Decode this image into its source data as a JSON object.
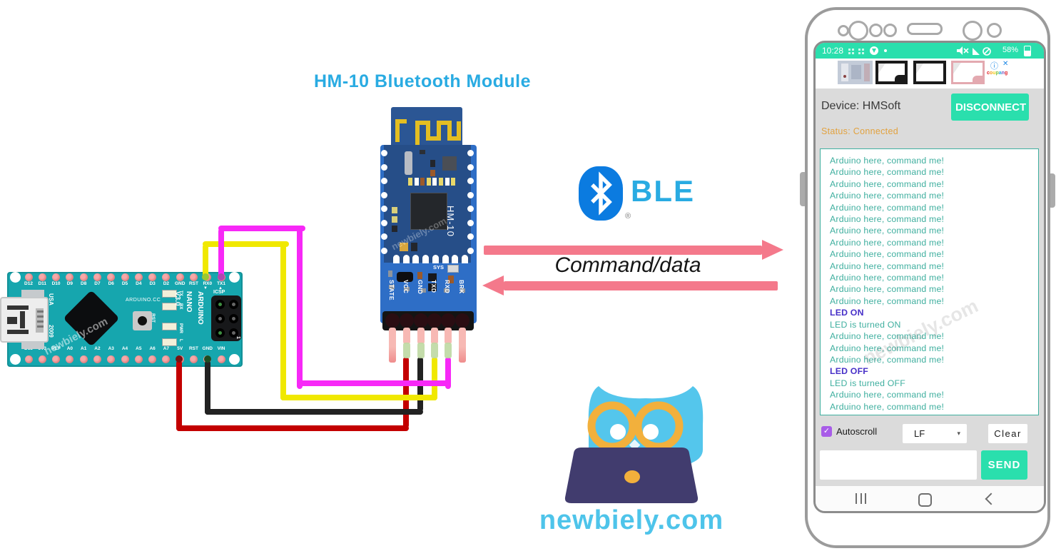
{
  "colors": {
    "accent_teal": "#2ADFAD",
    "title_blue": "#29ABE2",
    "terminal_text": "#3FAF9F",
    "terminal_cmd": "#4730C8",
    "status_orange": "#E2A23F",
    "checkbox_purple": "#A85CE8",
    "arrow_pink": "#F4798B",
    "bluetooth_blue": "#0B7BE0",
    "board_teal": "#16A6AE",
    "hm10_carrier_blue": "#2E6EC6",
    "hm10_board_blue": "#264E88",
    "wire_yellow": "#F0E800",
    "wire_magenta": "#F728F7",
    "wire_red": "#C30000",
    "wire_black": "#222222",
    "site_blue": "#4EC4EA"
  },
  "diagram": {
    "title": "HM-10 Bluetooth Module",
    "ble_label": "BLE",
    "registered_mark": "®",
    "flow_label": "Command/data",
    "watermark": "newbiely.com",
    "site": "newbiely.com"
  },
  "arduino": {
    "top_pins": [
      "D12",
      "D11",
      "D10",
      "D9",
      "D8",
      "D7",
      "D6",
      "D5",
      "D4",
      "D3",
      "D2",
      "GND",
      "RST",
      "RX0",
      "TX1"
    ],
    "bottom_pins": [
      "D13",
      "3V3",
      "REF",
      "A0",
      "A1",
      "A2",
      "A3",
      "A4",
      "A5",
      "A6",
      "A7",
      "5V",
      "RST",
      "GND",
      "VIN"
    ],
    "brand": "ARDUINO.CC",
    "model_lines": [
      "ARDUINO",
      "NANO",
      "V3.0"
    ],
    "icsp_label": "ICSP",
    "rst_label": "RST",
    "led_labels": [
      "TX",
      "RX",
      "PWR",
      "L"
    ],
    "usb_side": "USA",
    "usb_year": "2009",
    "rx_marker": "▼",
    "tx_marker": "▲",
    "pin1_marker": "1"
  },
  "hm10": {
    "chip_label": "HM-10",
    "sys_label": "SYS",
    "pins": [
      "STATE",
      "VCC",
      "GND",
      "TXD",
      "RXD",
      "BRK"
    ]
  },
  "wires": [
    {
      "name": "power",
      "color": "red",
      "from": "Arduino 5V",
      "to": "HM-10 VCC"
    },
    {
      "name": "ground",
      "color": "black",
      "from": "Arduino GND",
      "to": "HM-10 GND"
    },
    {
      "name": "serial-rx",
      "color": "yellow",
      "from": "Arduino RX0",
      "to": "HM-10 TXD"
    },
    {
      "name": "serial-tx",
      "color": "magenta",
      "from": "Arduino TX1",
      "to": "HM-10 RXD"
    }
  ],
  "phone": {
    "status_bar": {
      "time": "10:28",
      "battery_pct": "58%"
    },
    "ad": {
      "info_icon": "ⓘ",
      "close_icon": "✕",
      "sponsor": "coupang"
    },
    "device_line": "Device: HMSoft",
    "disconnect_label": "DISCONNECT",
    "status_line": "Status: Connected",
    "terminal": {
      "watermark": "newbiely.com",
      "lines": [
        {
          "text": "Arduino here, command me!",
          "kind": "rx"
        },
        {
          "text": "Arduino here, command me!",
          "kind": "rx"
        },
        {
          "text": "Arduino here, command me!",
          "kind": "rx"
        },
        {
          "text": "Arduino here, command me!",
          "kind": "rx"
        },
        {
          "text": "Arduino here, command me!",
          "kind": "rx"
        },
        {
          "text": "Arduino here, command me!",
          "kind": "rx"
        },
        {
          "text": "Arduino here, command me!",
          "kind": "rx"
        },
        {
          "text": "Arduino here, command me!",
          "kind": "rx"
        },
        {
          "text": "Arduino here, command me!",
          "kind": "rx"
        },
        {
          "text": "Arduino here, command me!",
          "kind": "rx"
        },
        {
          "text": "Arduino here, command me!",
          "kind": "rx"
        },
        {
          "text": "Arduino here, command me!",
          "kind": "rx"
        },
        {
          "text": "Arduino here, command me!",
          "kind": "rx"
        },
        {
          "text": "LED ON",
          "kind": "cmd"
        },
        {
          "text": "LED is turned ON",
          "kind": "rx"
        },
        {
          "text": "Arduino here, command me!",
          "kind": "rx"
        },
        {
          "text": "Arduino here, command me!",
          "kind": "rx"
        },
        {
          "text": "Arduino here, command me!",
          "kind": "rx"
        },
        {
          "text": "LED OFF",
          "kind": "cmd"
        },
        {
          "text": "LED is turned OFF",
          "kind": "rx"
        },
        {
          "text": "Arduino here, command me!",
          "kind": "rx"
        },
        {
          "text": "Arduino here, command me!",
          "kind": "rx"
        }
      ]
    },
    "controls": {
      "autoscroll_label": "Autoscroll",
      "check_glyph": "✓",
      "line_ending_value": "LF",
      "dropdown_arrow": "▾",
      "clear_label": "Clear",
      "send_label": "SEND",
      "input_value": ""
    }
  }
}
